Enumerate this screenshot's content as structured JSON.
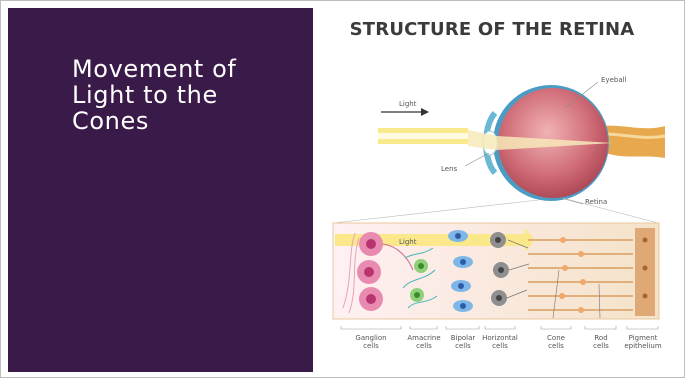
{
  "slide": {
    "title": "Movement of\nLight to the\nCones"
  },
  "figure": {
    "title": "STRUCTURE OF THE RETINA",
    "labels": {
      "light_top": "Light",
      "eyeball": "Eyeball",
      "lens": "Lens",
      "retina": "Retina",
      "light_band": "Light",
      "ganglion": "Ganglion cells",
      "amacrine": "Amacrine cells",
      "bipolar": "Bipolar cells",
      "horizontal": "Horizontal cells",
      "cone": "Cone cells",
      "rod": "Rod cells",
      "pigment": "Pigment epithelium"
    }
  },
  "colors": {
    "panel": "#3a1a49",
    "eyeball": "#c9616e",
    "retina_band": "#f6e6cf",
    "light_beam": "#f7e36a"
  }
}
